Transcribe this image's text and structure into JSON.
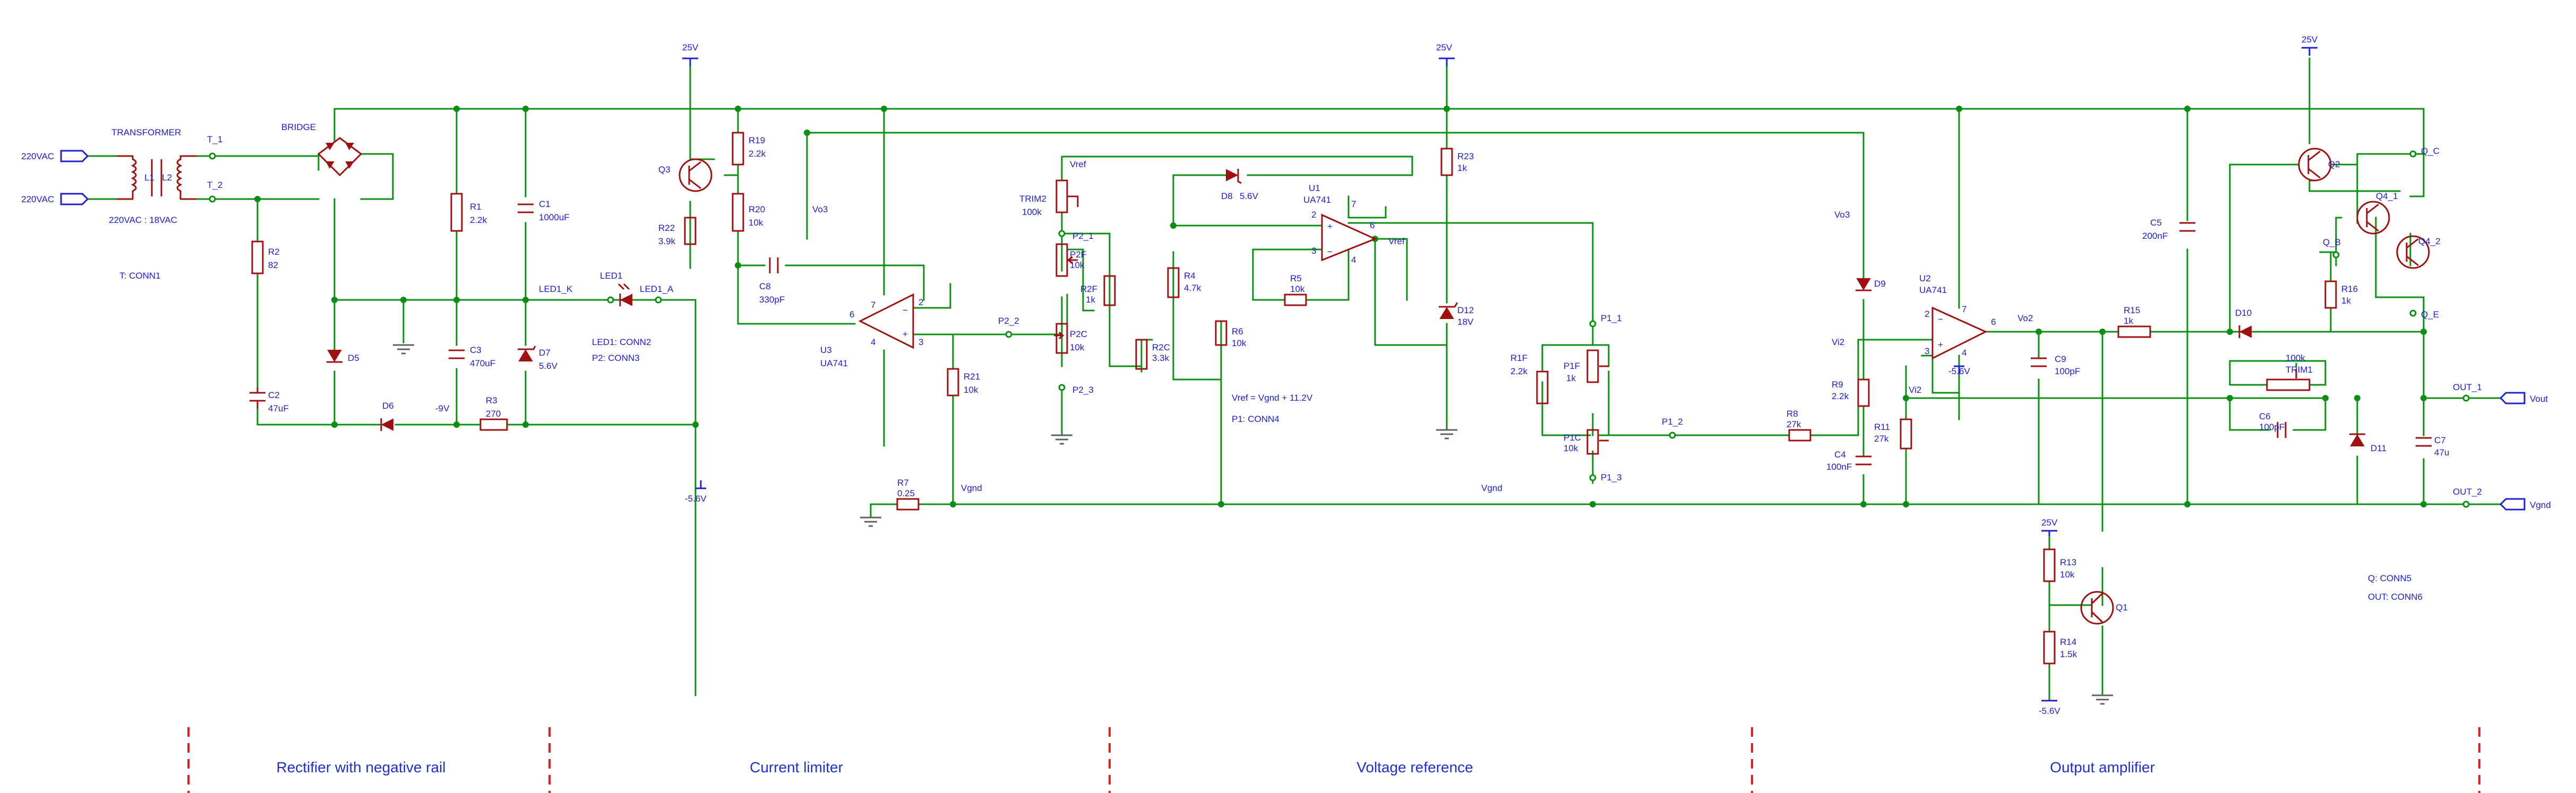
{
  "sections": [
    "Rectifier with negative rail",
    "Current limiter",
    "Voltage reference",
    "Output amplifier"
  ],
  "inputs": {
    "ac1": "220VAC",
    "ac2": "220VAC"
  },
  "transformer": {
    "name": "TRANSFORMER",
    "rating": "220VAC : 18VAC",
    "l1": "L1",
    "l2": "L2",
    "t1": "T_1",
    "t2": "T_2",
    "conn": "T: CONN1"
  },
  "bridge": {
    "name": "BRIDGE"
  },
  "rectifier": {
    "r1": {
      "ref": "R1",
      "val": "2.2k"
    },
    "r2": {
      "ref": "R2",
      "val": "82"
    },
    "r3": {
      "ref": "R3",
      "val": "270"
    },
    "c1": {
      "ref": "C1",
      "val": "1000uF"
    },
    "c2": {
      "ref": "C2",
      "val": "47uF"
    },
    "c3": {
      "ref": "C3",
      "val": "470uF"
    },
    "d5": "D5",
    "d6": "D6",
    "d7": {
      "ref": "D7",
      "val": "5.6V"
    },
    "neg9": "-9V"
  },
  "limiter": {
    "q3": "Q3",
    "led1": "LED1",
    "led1_k": "LED1_K",
    "led1_a": "LED1_A",
    "conn_led": "LED1: CONN2",
    "conn_p2": "P2: CONN3",
    "r19": {
      "ref": "R19",
      "val": "2.2k"
    },
    "r20": {
      "ref": "R20",
      "val": "10k"
    },
    "r22": {
      "ref": "R22",
      "val": "3.9k"
    },
    "r21": {
      "ref": "R21",
      "val": "10k"
    },
    "r7": {
      "ref": "R7",
      "val": "0.25"
    },
    "c8": {
      "ref": "C8",
      "val": "330pF"
    },
    "u3": {
      "ref": "U3",
      "val": "UA741"
    },
    "vo3": "Vo3",
    "p2_2": "P2_2",
    "v25": "25V",
    "vneg": "-5.6V",
    "vgnd": "Vgnd"
  },
  "reference": {
    "trim2": {
      "ref": "TRIM2",
      "val": "100k"
    },
    "vref": "Vref",
    "p2_1": "P2_1",
    "p2_3": "P2_3",
    "p2f": {
      "ref": "P2F",
      "val": "10k"
    },
    "r2f": {
      "ref": "R2F",
      "val": "1k"
    },
    "p2c": {
      "ref": "P2C",
      "val": "10k"
    },
    "r2c": {
      "ref": "R2C",
      "val": "3.3k"
    },
    "d8": {
      "ref": "D8",
      "val": "5.6V"
    },
    "u1": {
      "ref": "U1",
      "val": "UA741"
    },
    "r4": {
      "ref": "R4",
      "val": "4.7k"
    },
    "r5": {
      "ref": "R5",
      "val": "10k"
    },
    "r6": {
      "ref": "R6",
      "val": "10k"
    },
    "r23": {
      "ref": "R23",
      "val": "1k"
    },
    "d12": {
      "ref": "D12",
      "val": "18V"
    },
    "eq": "Vref = Vgnd + 11.2V",
    "conn_p1": "P1: CONN4",
    "v25": "25V"
  },
  "output": {
    "p1_1": "P1_1",
    "p1_2": "P1_2",
    "p1_3": "P1_3",
    "r1f": {
      "ref": "R1F",
      "val": "2.2k"
    },
    "p1f": {
      "ref": "P1F",
      "val": "1k"
    },
    "p1c": {
      "ref": "P1C",
      "val": "10k"
    },
    "r8": {
      "ref": "R8",
      "val": "27k"
    },
    "r9": {
      "ref": "R9",
      "val": "2.2k"
    },
    "r11": {
      "ref": "R11",
      "val": "27k"
    },
    "c4": {
      "ref": "C4",
      "val": "100nF"
    },
    "d9": "D9",
    "vo3": "Vo3",
    "vi2a": "Vi2",
    "vi2b": "Vi2",
    "u2": {
      "ref": "U2",
      "val": "UA741"
    },
    "vo2": "Vo2",
    "c9": {
      "ref": "C9",
      "val": "100pF"
    },
    "r15": {
      "ref": "R15",
      "val": "1k"
    },
    "d10": "D10",
    "trim1": {
      "ref": "TRIM1",
      "val": "100k"
    },
    "c6": {
      "ref": "C6",
      "val": "100pF"
    },
    "d11": "D11",
    "c5": {
      "ref": "C5",
      "val": "200nF"
    },
    "c7": {
      "ref": "C7",
      "val": "47u"
    },
    "q2": "Q2",
    "q4_1": "Q4_1",
    "q4_2": "Q4_2",
    "q_c": "Q_C",
    "q_b": "Q_B",
    "q_e": "Q_E",
    "r16": {
      "ref": "R16",
      "val": "1k"
    },
    "out1": "OUT_1",
    "out2": "OUT_2",
    "vout": "Vout",
    "vgnd_out": "Vgnd",
    "vgnd_net": "Vgnd",
    "r13": {
      "ref": "R13",
      "val": "10k"
    },
    "r14": {
      "ref": "R14",
      "val": "1.5k"
    },
    "q1": "Q1",
    "v25": "25V",
    "vneg_u2": "-5.6V",
    "vneg_q1": "-5.6V",
    "conn_q": "Q: CONN5",
    "conn_out": "OUT: CONN6"
  }
}
